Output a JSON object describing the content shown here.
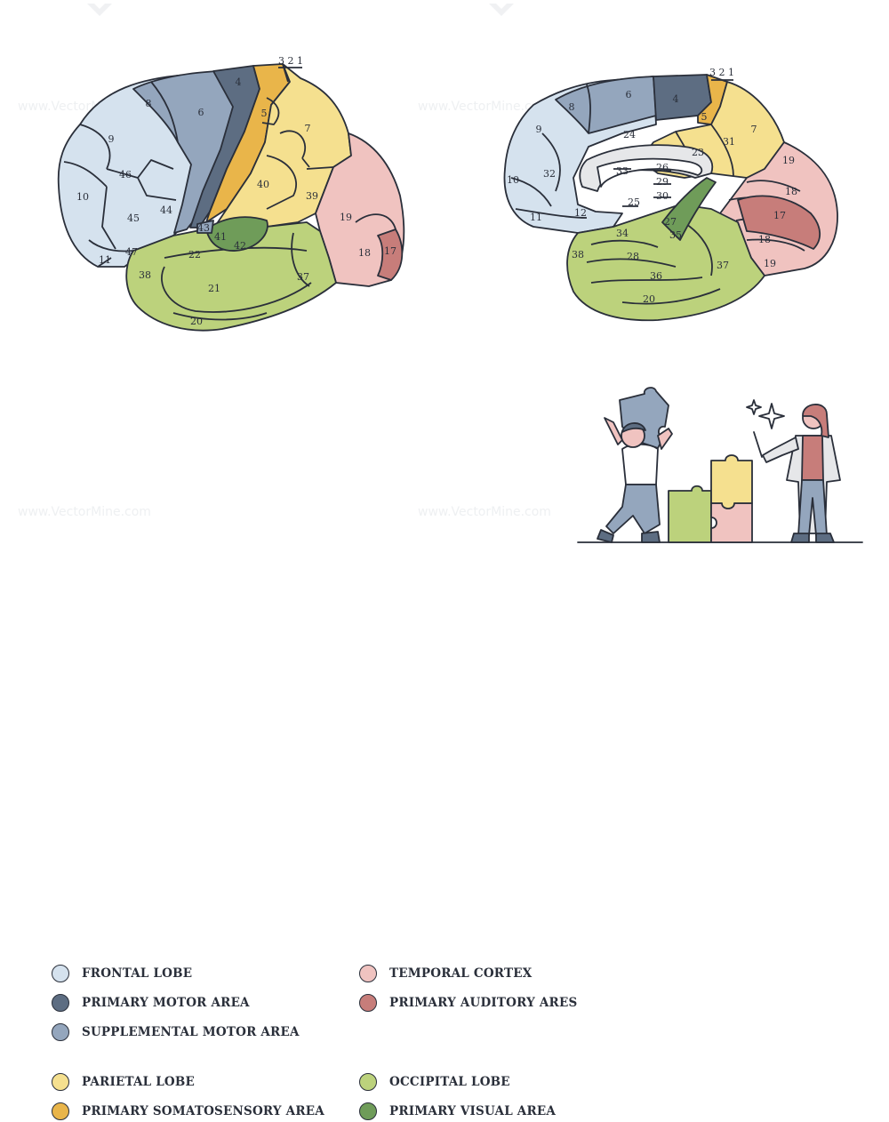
{
  "colors": {
    "frontal": "#d5e2ee",
    "primary_motor": "#5d6d82",
    "supplemental_motor": "#94a6bd",
    "parietal": "#f5e08f",
    "somatosensory": "#e9b54a",
    "occipital": "#bcd27c",
    "primary_visual": "#6f9c59",
    "temporal": "#f0c3c0",
    "primary_auditory": "#c77d7a",
    "outline": "#2a2f3a",
    "medial_gray": "#e6e7e9"
  },
  "watermark_text": "www.VectorMine.com",
  "lateral_labels": [
    "4",
    "8",
    "6",
    "5",
    "7",
    "9",
    "46",
    "10",
    "45",
    "44",
    "40",
    "39",
    "43",
    "41",
    "42",
    "19",
    "18",
    "17",
    "22",
    "38",
    "47",
    "11",
    "21",
    "37",
    "20"
  ],
  "lateral_top_label": "3 2 1",
  "medial_labels": [
    "6",
    "4",
    "8",
    "5",
    "9",
    "24",
    "7",
    "31",
    "23",
    "33",
    "26",
    "29",
    "30",
    "25",
    "10",
    "32",
    "12",
    "11",
    "19",
    "18",
    "17",
    "27",
    "35",
    "34",
    "38",
    "28",
    "18",
    "37",
    "36",
    "19",
    "20"
  ],
  "medial_top_label": "3 2 1",
  "legend": [
    {
      "label": "FRONTAL LOBE",
      "color_key": "frontal"
    },
    {
      "label": "PRIMARY MOTOR AREA",
      "color_key": "primary_motor"
    },
    {
      "label": "SUPPLEMENTAL MOTOR AREA",
      "color_key": "supplemental_motor"
    },
    {
      "label": "PARIETAL LOBE",
      "color_key": "parietal"
    },
    {
      "label": "PRIMARY SOMATOSENSORY AREA",
      "color_key": "somatosensory"
    },
    {
      "label": "TEMPORAL CORTEX",
      "color_key": "temporal"
    },
    {
      "label": "PRIMARY AUDITORY ARES",
      "color_key": "primary_auditory"
    },
    {
      "label": "OCCIPITAL LOBE",
      "color_key": "occipital"
    },
    {
      "label": "PRIMARY VISUAL AREA",
      "color_key": "primary_visual"
    }
  ],
  "illustration": {
    "icons": [
      "puzzle-piece-icon",
      "sparkle-icon",
      "person-icon",
      "pointer-stick-icon"
    ]
  }
}
